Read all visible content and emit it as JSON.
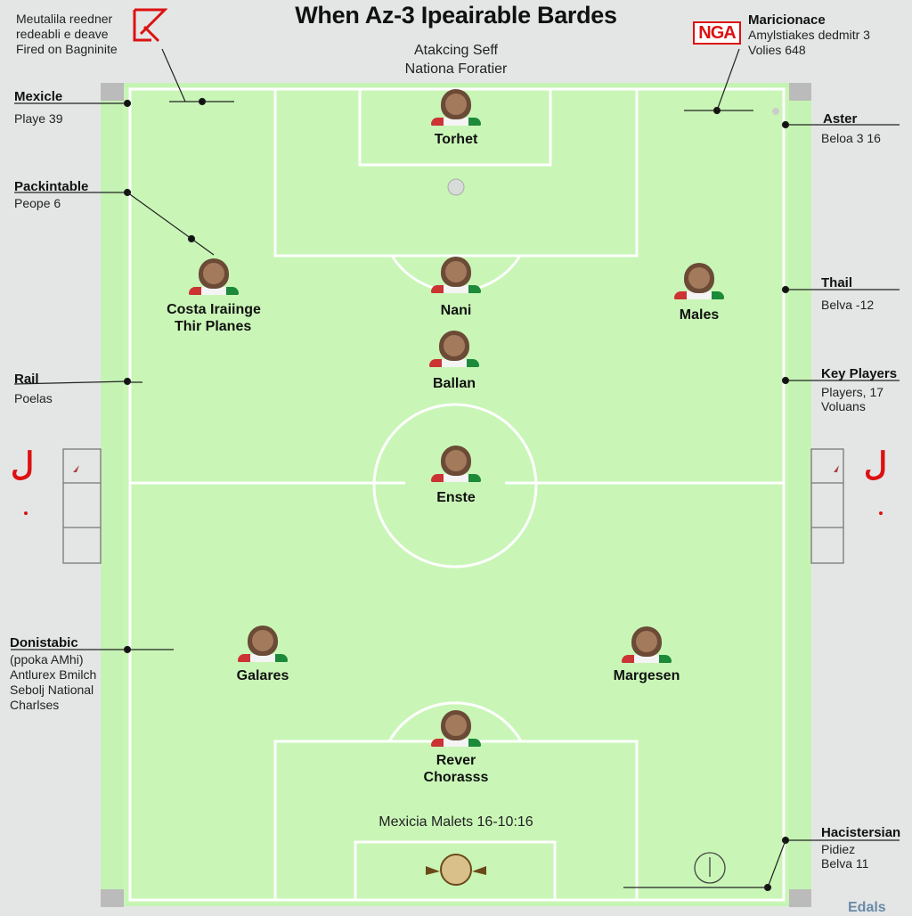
{
  "title": "When Az-3 Ipeairable Bardes",
  "subtitle": [
    "Atakcing Seff",
    "Nationa Foratier"
  ],
  "top_left_note": [
    "Meutalila reedner",
    "redeabli e deave",
    "Fired on Bagninite"
  ],
  "top_right_note": {
    "heading": "Maricionace",
    "lines": [
      "Amylstiakes dedmitr 3",
      "Volies 648"
    ]
  },
  "top_right_logo_text": "NGA",
  "left_labels": [
    {
      "heading": "Mexicle",
      "text": "Playe 39"
    },
    {
      "heading": "Packintable",
      "text": "Peope 6"
    },
    {
      "heading": "Rail",
      "text": "Poelas"
    },
    {
      "heading": "Donistabic",
      "lines": [
        "(ppoka AMhi)",
        "Antlurex Bmilch",
        "Sebolj National",
        "Charlses"
      ]
    }
  ],
  "right_labels": [
    {
      "heading": "Aster",
      "text": "Beloa 3 16"
    },
    {
      "heading": "Thail",
      "text": "Belva -12"
    },
    {
      "heading": "Key Players",
      "lines": [
        "Players, 17",
        "Voluans"
      ]
    },
    {
      "heading": "Hacistersian",
      "lines": [
        "Pidiez",
        "Belva 11"
      ]
    }
  ],
  "players": [
    {
      "name": "Torhet"
    },
    {
      "name": "Costa Iraiinge",
      "name2": "Thir Planes"
    },
    {
      "name": "Nani"
    },
    {
      "name": "Males"
    },
    {
      "name": "Ballan"
    },
    {
      "name": "Enste"
    },
    {
      "name": "Galares"
    },
    {
      "name": "Margesen"
    },
    {
      "name": "Rever",
      "name2": "Chorasss"
    }
  ],
  "bottom_center_text": "Mexicia Malets 16-10:16",
  "side_mark": "ل",
  "footer_mark": "Edals",
  "colors": {
    "pitch": "#c5f3b4",
    "lines": "#ffffff",
    "accent_red": "#d11111"
  }
}
